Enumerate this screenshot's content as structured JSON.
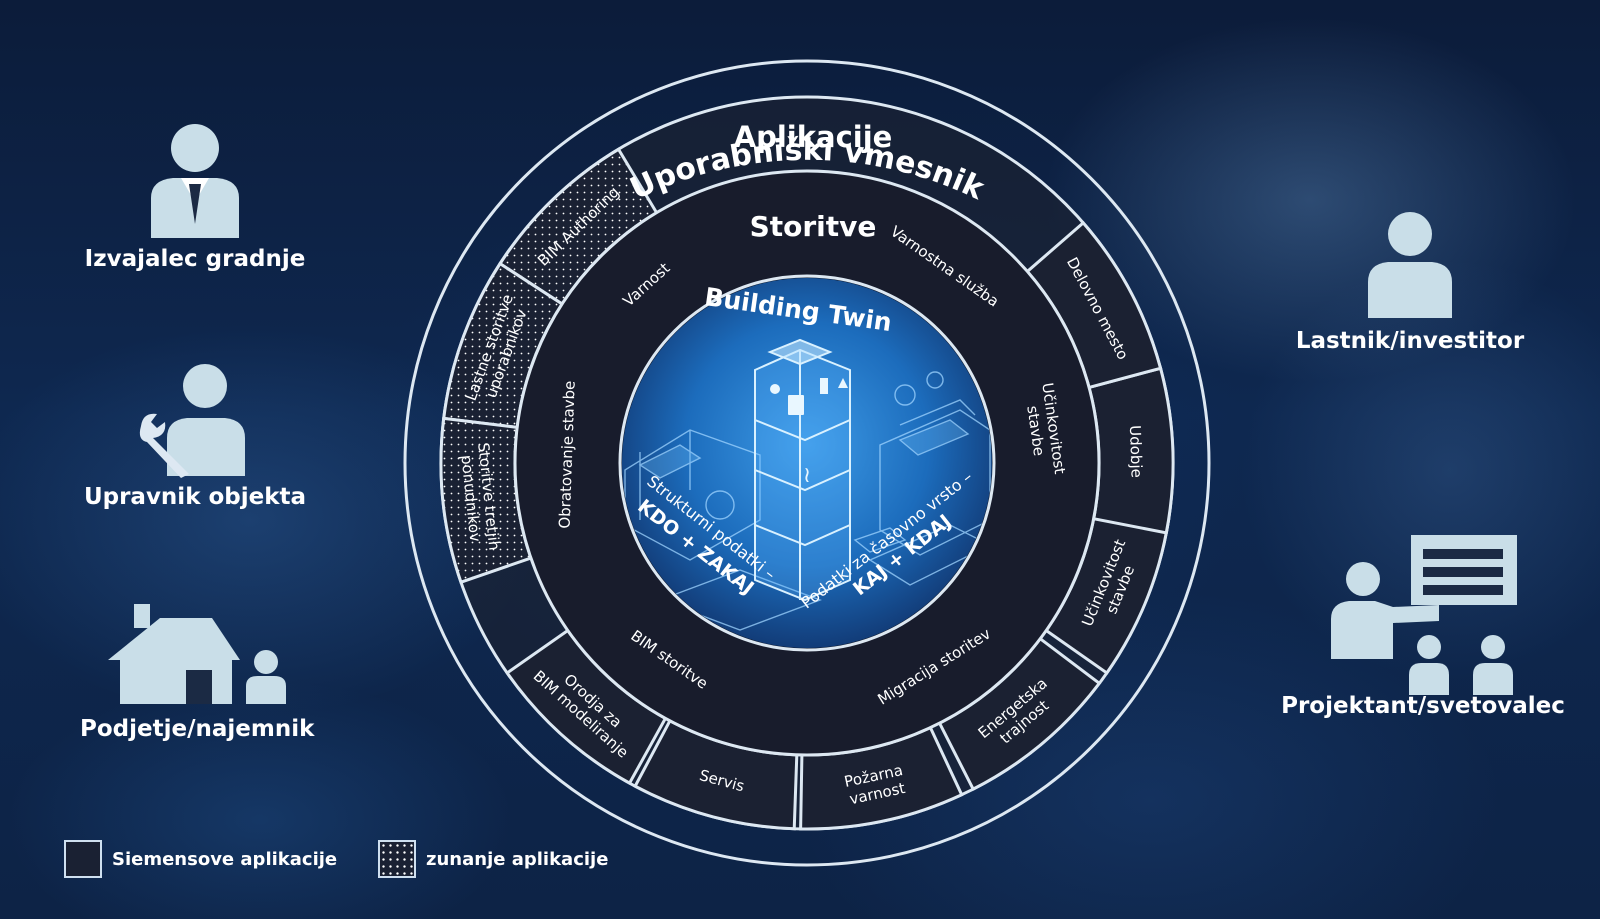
{
  "colors": {
    "ring_siemens": "#1b2132",
    "ring_services": "#181c2c",
    "ring_line": "#dde8f2",
    "icon": "#c9dee8",
    "core": "#1f74c4",
    "text": "#ffffff"
  },
  "diagram": {
    "outer_title": "Uporabniški vmesnik",
    "applications_title": "Aplikacije",
    "services_title": "Storitve",
    "core_title": "Building Twin",
    "core_left_line1": "Strukturni podatki –",
    "core_left_line2": "KDO + ZAKAJ",
    "core_right_line1": "Podatki za časovno vrsto –",
    "core_right_line2": "KAJ + KDAJ",
    "application_segments": [
      {
        "lines": [
          "BIM Authoring"
        ],
        "kind": "external"
      },
      {
        "lines": [
          "Lastne storitve",
          "uporabnikov"
        ],
        "kind": "external"
      },
      {
        "lines": [
          "Storitve tretjih",
          "ponudnikov"
        ],
        "kind": "external"
      },
      {
        "lines": [
          "Orodja za",
          "BIM modeliranje"
        ],
        "kind": "siemens"
      },
      {
        "lines": [
          "Servis"
        ],
        "kind": "siemens"
      },
      {
        "lines": [
          "Požarna",
          "varnost"
        ],
        "kind": "siemens"
      },
      {
        "lines": [
          "Energetska",
          "trajnost"
        ],
        "kind": "siemens"
      },
      {
        "lines": [
          "Učinkovitost",
          "stavbe"
        ],
        "kind": "siemens"
      },
      {
        "lines": [
          "Udobje"
        ],
        "kind": "siemens"
      },
      {
        "lines": [
          "Delovno mesto"
        ],
        "kind": "siemens"
      }
    ],
    "service_items": [
      {
        "lines": [
          "Varnost"
        ]
      },
      {
        "lines": [
          "Varnostna služba"
        ]
      },
      {
        "lines": [
          "Učinkovitost",
          "stavbe"
        ]
      },
      {
        "lines": [
          "Migracija storitev"
        ]
      },
      {
        "lines": [
          "BIM storitve"
        ]
      },
      {
        "lines": [
          "Obratovanje stavbe"
        ]
      }
    ]
  },
  "stakeholders": {
    "contractor": {
      "label": "Izvajalec gradnje",
      "icon": "business-person-icon"
    },
    "facility_manager": {
      "label": "Upravnik objekta",
      "icon": "person-wrench-icon"
    },
    "tenant": {
      "label": "Podjetje/najemnik",
      "icon": "house-person-icon"
    },
    "owner": {
      "label": "Lastnik/investitor",
      "icon": "person-icon"
    },
    "consultant": {
      "label": "Projektant/svetovalec",
      "icon": "presenter-icon"
    }
  },
  "legend": {
    "siemens": "Siemensove aplikacije",
    "external": "zunanje aplikacije"
  }
}
